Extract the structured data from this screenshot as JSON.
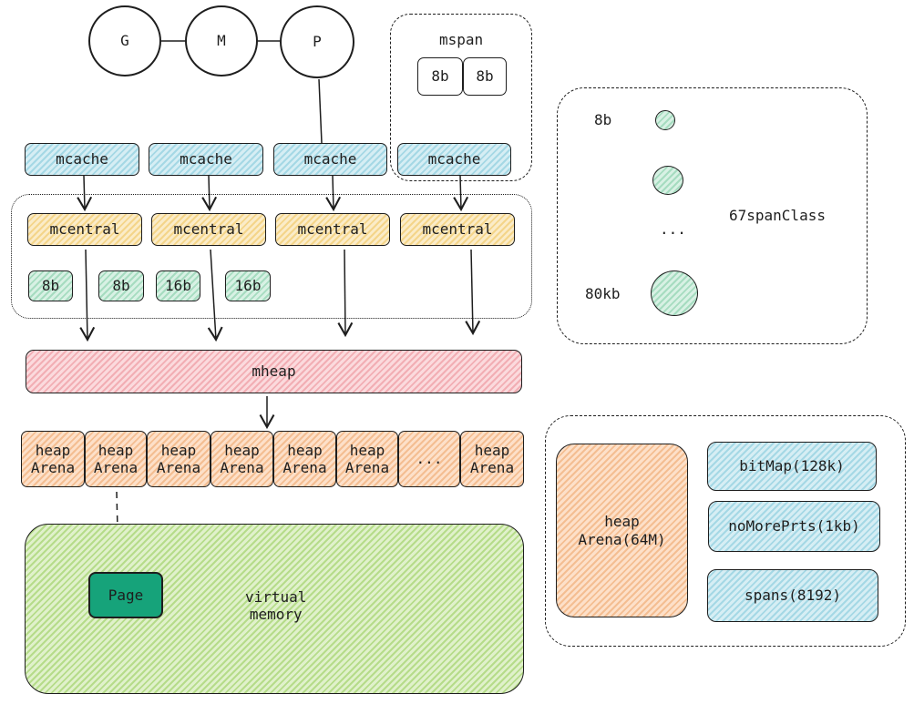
{
  "gmp": {
    "g": "G",
    "m": "M",
    "p": "P"
  },
  "mspan_group": {
    "title": "mspan",
    "spans": [
      "8b",
      "8b"
    ]
  },
  "mcaches": [
    "mcache",
    "mcache",
    "mcache",
    "mcache"
  ],
  "mcentrals": [
    "mcentral",
    "mcentral",
    "mcentral",
    "mcentral"
  ],
  "spans_row": [
    "8b",
    "8b",
    "16b",
    "16b"
  ],
  "mheap": "mheap",
  "arenas": [
    "heap\nArena",
    "heap\nArena",
    "heap\nArena",
    "heap\nArena",
    "heap\nArena",
    "heap\nArena",
    "...",
    "heap\nArena"
  ],
  "virtual_memory": {
    "label": "virtual\nmemory",
    "page": "Page"
  },
  "span_class": {
    "label_small": "8b",
    "label_ellipsis": "...",
    "label_large": "80kb",
    "title": "67spanClass"
  },
  "arena_detail": {
    "arena": "heap\nArena(64M)",
    "fields": [
      "bitMap(128k)",
      "noMorePrts(1kb)",
      "spans(8192)"
    ]
  },
  "colors": {
    "teal": "#a5d8e5",
    "yellow": "#f4d58a",
    "green": "#a6dcc0",
    "red": "#f2aeb4",
    "orange": "#f4be92",
    "lime": "#b6dc8a",
    "page_green": "#16a37a"
  }
}
